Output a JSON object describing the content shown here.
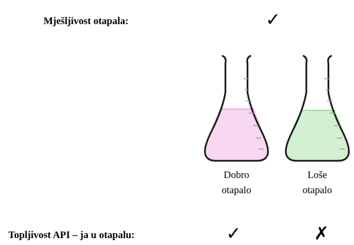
{
  "rows": [
    {
      "label": "Mješljivost otapala:",
      "marks": [
        "✓"
      ]
    },
    {
      "label": "Topljivost API – ja u otapalu:",
      "marks": [
        "✓",
        "✗"
      ]
    }
  ],
  "flasks": [
    {
      "label_line1": "Dobro",
      "label_line2": "otapalo",
      "liquid_color": "#f8d7f0",
      "surface_color": "#efb4e2"
    },
    {
      "label_line1": "Loše",
      "label_line2": "otapalo",
      "liquid_color": "#d3f0d1",
      "surface_color": "#a9dfa6"
    }
  ]
}
